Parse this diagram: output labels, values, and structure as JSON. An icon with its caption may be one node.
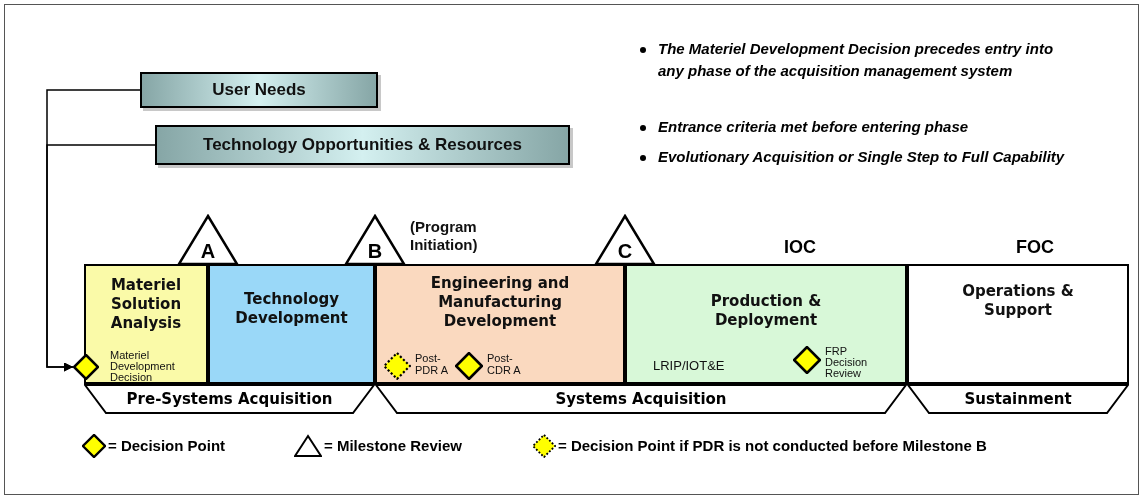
{
  "diagram": {
    "nodes": [
      {
        "text": [
          "User Needs"
        ]
      },
      {
        "text": [
          "Technology Opportunities & Resources"
        ]
      },
      {
        "text": [
          "Materiel Solution Analysis",
          "Materiel Development Decision"
        ]
      },
      {
        "text": [],
        "shape": "diamond"
      },
      {
        "text": [
          "Technology Development"
        ]
      },
      {
        "text": [
          "Engineering and Manufacturing Development",
          "Post- PDR A",
          "Post- CDR A"
        ]
      },
      {
        "text": [
          "Production & Deployment",
          "LRIP/IOT&E",
          "FRP Decision Review"
        ]
      },
      {
        "text": [
          "Operations & Support"
        ]
      },
      {
        "text": [
          "A"
        ]
      },
      {
        "text": [
          "B"
        ],
        "beside": [
          "(Program Initiation)"
        ]
      },
      {
        "text": [
          "C"
        ]
      },
      {
        "text": [
          "Pre-Systems Acquisition"
        ]
      },
      {
        "text": [
          "Systems Acquisition"
        ]
      },
      {
        "text": [
          "Sustainment"
        ]
      }
    ],
    "edges": [
      {
        "from": 0,
        "to": 3,
        "arrow": "to"
      },
      {
        "from": 1,
        "to": 3,
        "arrow": "to"
      }
    ],
    "labels": [
      "The Materiel Development Decision precedes entry into any phase of the acquisition management system",
      "Entrance criteria met before entering phase",
      "Evolutionary Acquisition or Single Step to Full Capability",
      "IOC",
      "FOC"
    ],
    "legend": [
      {
        "text": "= Decision Point"
      },
      {
        "text": "= Milestone Review"
      },
      {
        "text": "= Decision Point if PDR is not conducted before Milestone B"
      }
    ]
  }
}
